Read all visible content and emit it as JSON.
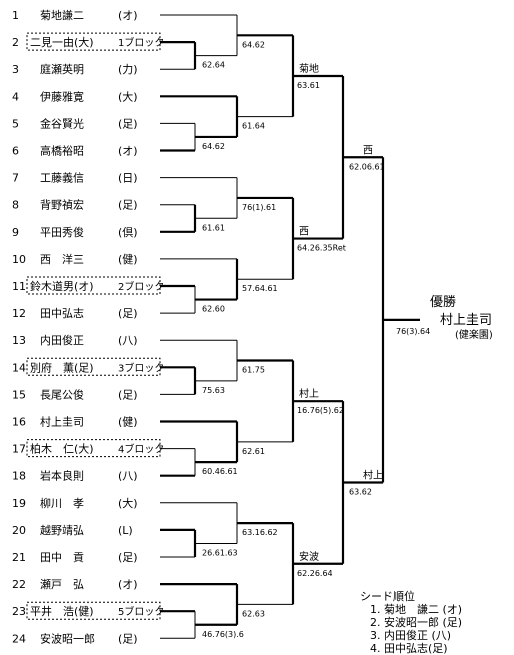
{
  "players": [
    {
      "num": "1",
      "name": "菊地謙二",
      "club": "(オ)"
    },
    {
      "num": "2",
      "name": "二見一由(大)",
      "club": "1ブロック",
      "seeded": true
    },
    {
      "num": "3",
      "name": "庭瀬英明",
      "club": "(力)"
    },
    {
      "num": "4",
      "name": "伊藤雅寛",
      "club": "(大)"
    },
    {
      "num": "5",
      "name": "金谷賢光",
      "club": "(足)"
    },
    {
      "num": "6",
      "name": "高橋裕昭",
      "club": "(オ)"
    },
    {
      "num": "7",
      "name": "工藤義信",
      "club": "(日)"
    },
    {
      "num": "8",
      "name": "背野禎宏",
      "club": "(足)"
    },
    {
      "num": "9",
      "name": "平田秀俊",
      "club": "(倶)"
    },
    {
      "num": "10",
      "name": "西　洋三",
      "club": "(健)"
    },
    {
      "num": "11",
      "name": "鈴木道男(オ)",
      "club": "2ブロック",
      "seeded": true
    },
    {
      "num": "12",
      "name": "田中弘志",
      "club": "(足)"
    },
    {
      "num": "13",
      "name": "内田俊正",
      "club": "(八)"
    },
    {
      "num": "14",
      "name": "別府　薫(足)",
      "club": "3ブロック",
      "seeded": true
    },
    {
      "num": "15",
      "name": "長尾公俊",
      "club": "(足)"
    },
    {
      "num": "16",
      "name": "村上圭司",
      "club": "(健)"
    },
    {
      "num": "17",
      "name": "柏木　仁(大)",
      "club": "4ブロック",
      "seeded": true
    },
    {
      "num": "18",
      "name": "岩本良則",
      "club": "(八)"
    },
    {
      "num": "19",
      "name": "柳川　孝",
      "club": "(大)"
    },
    {
      "num": "20",
      "name": "越野靖弘",
      "club": "(L)"
    },
    {
      "num": "21",
      "name": "田中　貢",
      "club": "(足)"
    },
    {
      "num": "22",
      "name": "瀬戸　弘",
      "club": "(オ)"
    },
    {
      "num": "23",
      "name": "平井　浩(健)",
      "club": "5ブロック",
      "seeded": true
    },
    {
      "num": "24",
      "name": "安波昭一郎",
      "club": "(足)"
    }
  ],
  "scores": {
    "r1": [
      "62.64",
      "64.62",
      "61.61",
      "62.60",
      "75.63",
      "60.46.61",
      "26.61.63",
      "46.76(3).6"
    ],
    "r2": [
      "64.62",
      "61.64",
      "76(1).61",
      "57.64.61",
      "61.75",
      "62.61",
      "63.16.62",
      "62.63"
    ],
    "r3": [
      {
        "winner": "菊地",
        "score": "63.61"
      },
      {
        "winner": "西",
        "score": "64.26.35Ret"
      },
      {
        "winner": "村上",
        "score": "16.76(5).62"
      },
      {
        "winner": "安波",
        "score": "62.26.64"
      }
    ],
    "semis": [
      {
        "winner": "西",
        "score": "62.06.61"
      },
      {
        "winner": "村上",
        "score": "63.62"
      }
    ],
    "final": {
      "score": "76(3).64"
    }
  },
  "champion": {
    "label": "優勝",
    "name": "村上圭司",
    "club": "(健楽園)"
  },
  "seed_order": {
    "title": "シード順位",
    "items": [
      "1. 菊地　謙二 (オ)",
      "2. 安波昭一郎 (足)",
      "3. 内田俊正 (八)",
      "4. 田中弘志(足)"
    ]
  }
}
